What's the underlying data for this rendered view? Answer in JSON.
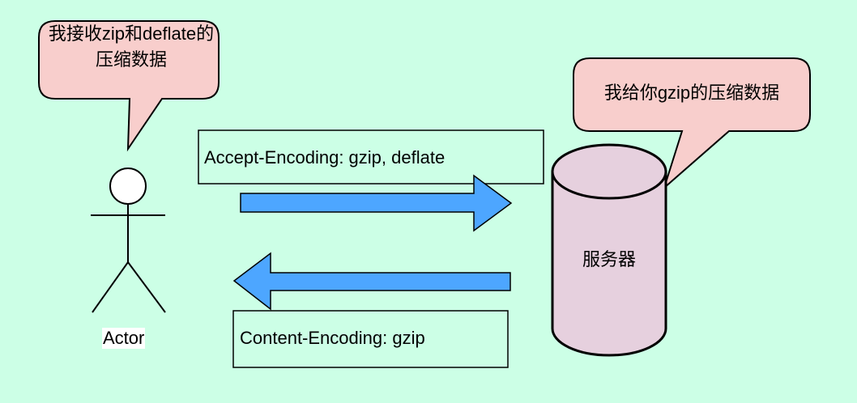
{
  "actor": {
    "label": "Actor"
  },
  "actor_bubble": {
    "text": "我接收zip和deflate的压缩数据"
  },
  "server": {
    "label": "服务器"
  },
  "server_bubble": {
    "text": "我给你gzip的压缩数据"
  },
  "request": {
    "text": "Accept-Encoding: gzip, deflate"
  },
  "response": {
    "text": "Content-Encoding: gzip"
  },
  "colors": {
    "background": "#ccffe6",
    "bubble_fill": "#f8cecc",
    "arrow_fill": "#4da6ff",
    "server_fill": "#e6d0de",
    "stroke": "#000000"
  }
}
